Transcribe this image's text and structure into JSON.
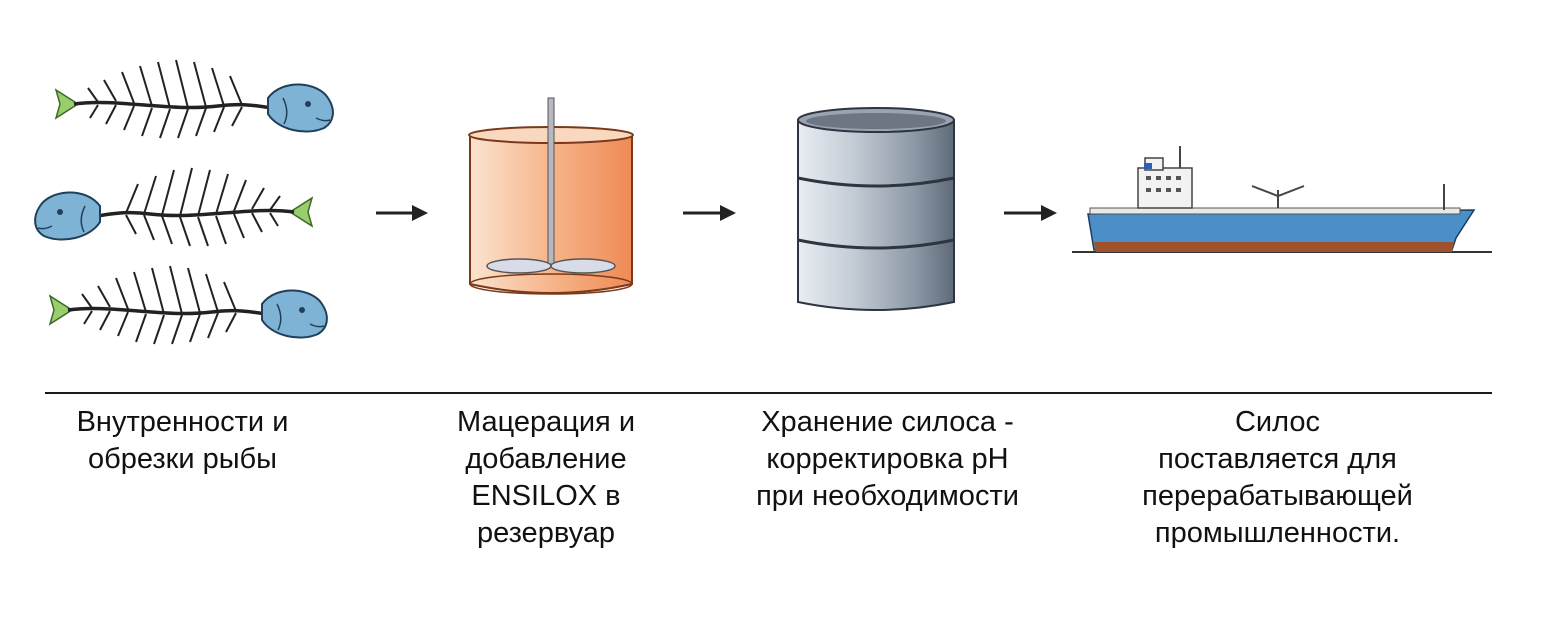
{
  "steps": [
    {
      "id": "fish-waste",
      "icon": "fish-skeleton-icon",
      "caption": [
        "Внутренности и",
        "обрезки рыбы"
      ]
    },
    {
      "id": "maceration",
      "icon": "mixing-tank-icon",
      "caption": [
        "Мацерация и",
        "добавление",
        "ENSILOX в",
        "резервуар"
      ]
    },
    {
      "id": "storage",
      "icon": "steel-drum-icon",
      "caption": [
        "Хранение силоса -",
        "корректировка рН",
        "при необходимости"
      ]
    },
    {
      "id": "delivery",
      "icon": "tanker-ship-icon",
      "caption": [
        "Силос",
        "поставляется для",
        "перерабатывающей",
        "промышленности."
      ]
    }
  ],
  "arrows": [
    "arrow-right-icon",
    "arrow-right-icon",
    "arrow-right-icon"
  ],
  "colors": {
    "fish_head": "#7fb3d5",
    "fish_tail": "#9acd6b",
    "tank_orange": "#f2a070",
    "drum_steel": "#a9b3bf",
    "ship_hull_blue": "#4a8fc8",
    "ship_hull_red": "#a0522d"
  }
}
